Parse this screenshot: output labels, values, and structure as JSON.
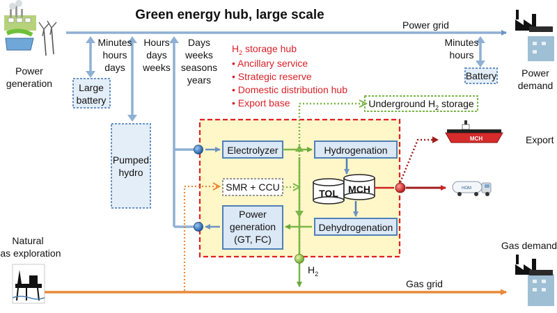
{
  "title": "Green energy hub, large scale",
  "lines": {
    "power_grid": "Power grid",
    "gas_grid": "Gas grid"
  },
  "left": {
    "power_generation": [
      "Power",
      "generation"
    ],
    "natural_gas_exploration": [
      "Natural",
      "gas exploration"
    ]
  },
  "right": {
    "power_demand": [
      "Power",
      "demand"
    ],
    "gas_demand": "Gas demand",
    "export": "Export"
  },
  "timescales": {
    "short": [
      "Minutes",
      "hours",
      "days"
    ],
    "medium": [
      "Hours",
      "days",
      "weeks"
    ],
    "long": [
      "Days",
      "weeks",
      "seasons",
      "years"
    ],
    "demand_side": [
      "Minutes",
      "hours"
    ]
  },
  "storage": {
    "large_battery": [
      "Large",
      "battery"
    ],
    "pumped_hydro": [
      "Pumped",
      "hydro"
    ],
    "battery": "Battery",
    "underground_prefix": "Underground H",
    "underground_sub": "2",
    "underground_suffix": " storage"
  },
  "hub": {
    "heading_prefix": "H",
    "heading_sub": "2",
    "heading_suffix": " storage hub",
    "items": [
      "Ancillary service",
      "Strategic reserve",
      "Domestic distribution hub",
      "Export base"
    ]
  },
  "process": {
    "electrolyzer": "Electrolyzer",
    "hydrogenation": "Hydrogenation",
    "smr_ccu": "SMR + CCU",
    "tol": "TOL",
    "mch": "MCH",
    "power_generation": [
      "Power",
      "generation",
      "(GT, FC)"
    ],
    "dehydrogenation": "Dehydrogenation",
    "h2_prefix": "H",
    "h2_sub": "2"
  },
  "vehicle_labels": {
    "ship": "MCH",
    "truck": "HOM"
  },
  "colors": {
    "blue_line": "#8fb0d4",
    "box_border": "#4f7fb8",
    "box_fill": "#dbe8f5",
    "green": "#7ab648",
    "orange": "#e8883a",
    "red": "#cc2222",
    "hub_fill": "#fff7c8",
    "hub_text": "#d91f26",
    "dark_red": "#a01c1c"
  }
}
